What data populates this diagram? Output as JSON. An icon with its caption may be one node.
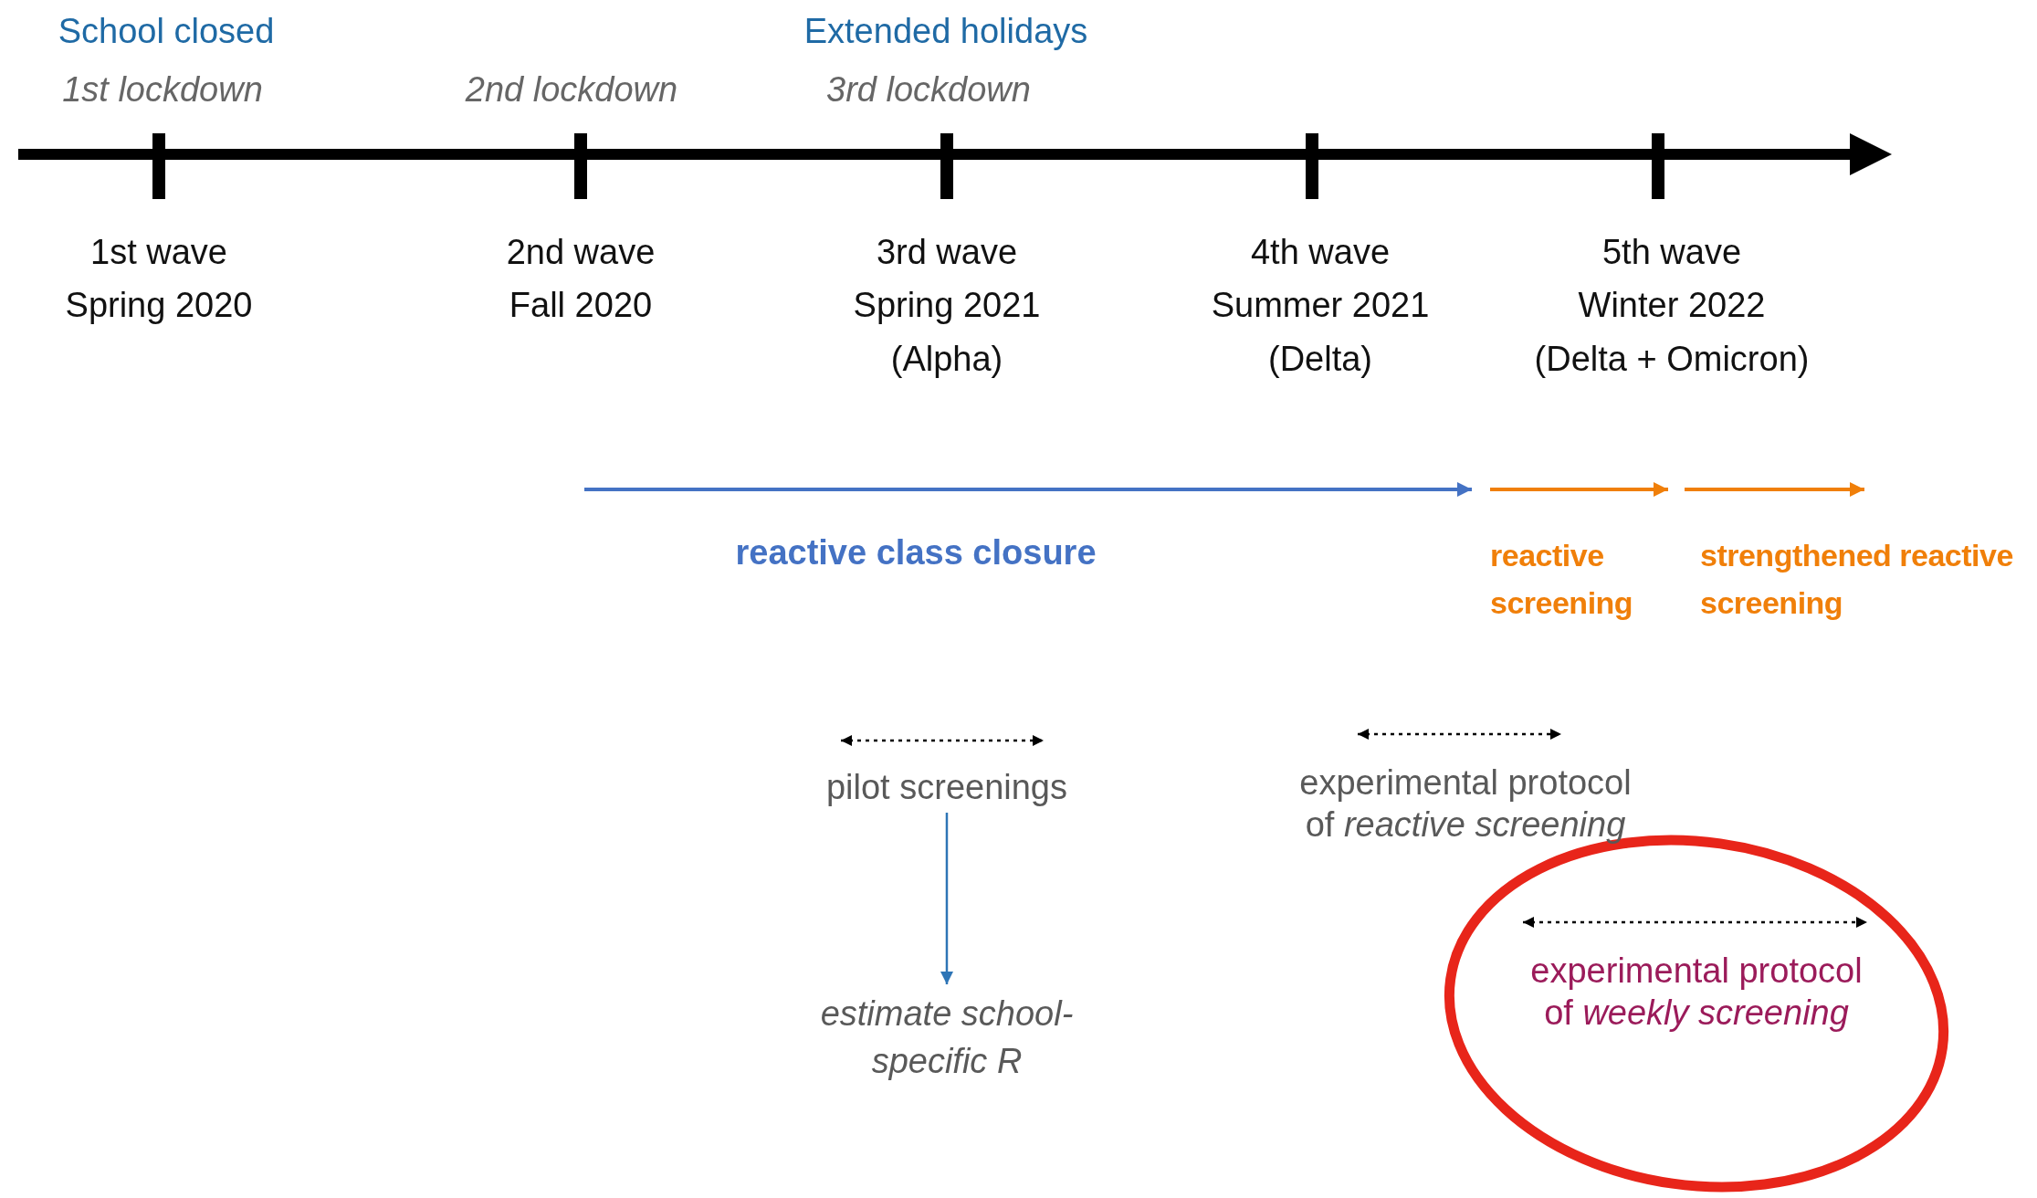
{
  "diagram": {
    "nodes": [
      {
        "text": [
          "pilot screenings"
        ]
      },
      {
        "text": [
          "estimate school-specific R"
        ]
      }
    ],
    "edges": [
      {
        "from": 0,
        "to": 1,
        "arrow": "to"
      }
    ],
    "labels": [
      "School closed",
      "1st lockdown",
      "2nd lockdown",
      "Extended holidays",
      "3rd lockdown",
      "1st wave",
      "Spring 2020",
      "2nd wave",
      "Fall 2020",
      "3rd wave",
      "Spring 2021",
      "(Alpha)",
      "4th wave",
      "Summer 2021",
      "(Delta)",
      "5th wave",
      "Winter 2022",
      "(Delta + Omicron)",
      "reactive class closure",
      "reactive screening",
      "strengthened reactive screening",
      "experimental protocol of *reactive screening*",
      "experimental protocol of *weekly screening*"
    ]
  }
}
